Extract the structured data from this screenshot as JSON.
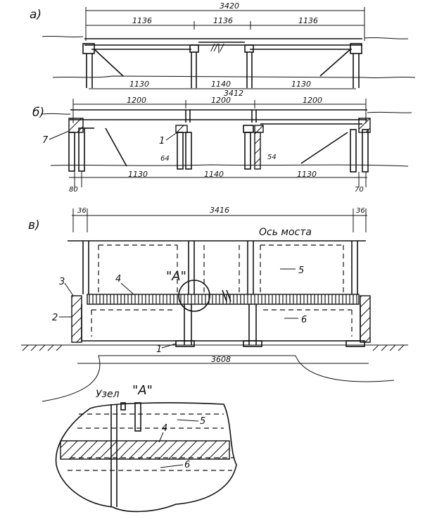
{
  "panels": {
    "a": {
      "label": "а)",
      "total_dim": "3420",
      "span_dims": [
        "1136",
        "1136",
        "1136"
      ],
      "bottom_dims": [
        "1130",
        "1140",
        "1130"
      ]
    },
    "b": {
      "label": "б)",
      "total_dim": "3412",
      "span_dims": [
        "1200",
        "1200",
        "1200"
      ],
      "bottom_dims": [
        "1130",
        "1140",
        "1130"
      ],
      "edge_dims": [
        "80",
        "70"
      ],
      "joint_dims": [
        "64",
        "54"
      ],
      "callouts": [
        "7",
        "1"
      ]
    },
    "c": {
      "label": "в)",
      "top_dims": [
        "36",
        "3416",
        "36"
      ],
      "axis_label": "Ось моста",
      "node_label": "\"А\"",
      "bottom_dim": "3608",
      "callouts": [
        "3",
        "4",
        "5",
        "2",
        "6",
        "1"
      ]
    }
  },
  "detail": {
    "title_prefix": "Узел",
    "title_letter": "\"А\"",
    "callouts": [
      "4",
      "5",
      "6"
    ]
  }
}
